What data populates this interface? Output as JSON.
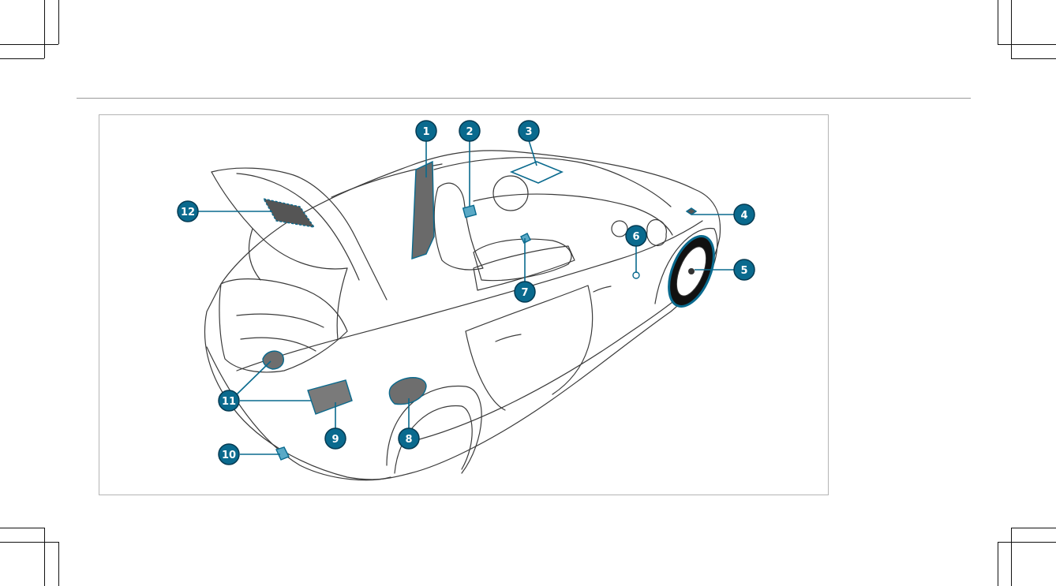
{
  "figure": {
    "type": "vehicle-overview-illustration",
    "accent_color": "#0a6a8e",
    "highlight_color": "#5aa9c6",
    "callouts": [
      {
        "id": "c1",
        "label": "1"
      },
      {
        "id": "c2",
        "label": "2"
      },
      {
        "id": "c3",
        "label": "3"
      },
      {
        "id": "c4",
        "label": "4"
      },
      {
        "id": "c5",
        "label": "5"
      },
      {
        "id": "c6",
        "label": "6"
      },
      {
        "id": "c7",
        "label": "7"
      },
      {
        "id": "c8",
        "label": "8"
      },
      {
        "id": "c9",
        "label": "9"
      },
      {
        "id": "c10",
        "label": "10"
      },
      {
        "id": "c11",
        "label": "11"
      },
      {
        "id": "c12",
        "label": "12"
      }
    ]
  }
}
